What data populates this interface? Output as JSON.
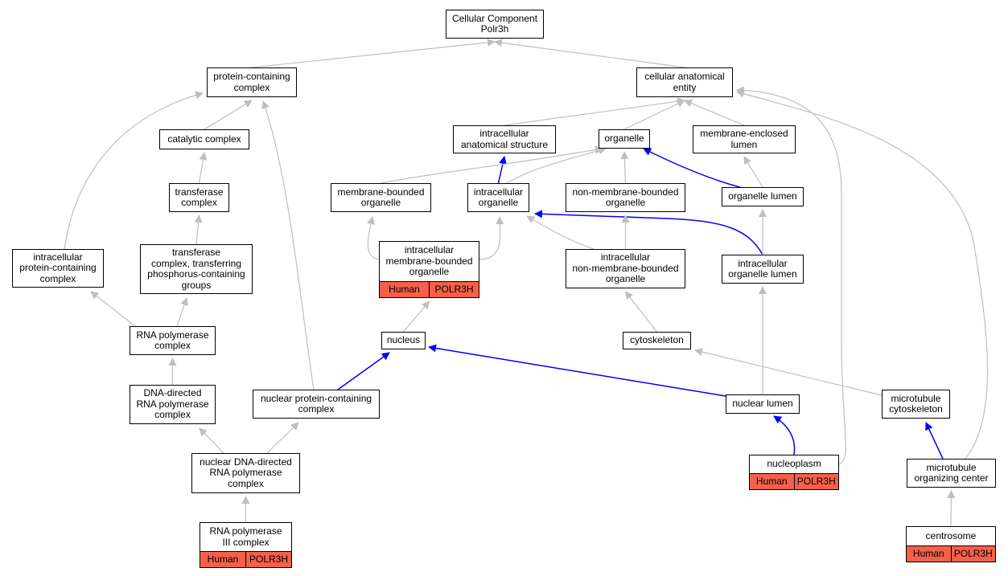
{
  "graph": {
    "edge_colors": {
      "is_a": "#bfbfbf",
      "part_of": "#0000ff"
    },
    "annotation_color": "#f5604a",
    "nodes": {
      "root": {
        "label": "Cellular Component\nPolr3h"
      },
      "pcc": {
        "label": "protein-containing\ncomplex"
      },
      "cae": {
        "label": "cellular anatomical\nentity"
      },
      "cat": {
        "label": "catalytic complex"
      },
      "ias": {
        "label": "intracellular\nanatomical structure"
      },
      "org": {
        "label": "organelle"
      },
      "mel": {
        "label": "membrane-enclosed\nlumen"
      },
      "tfc": {
        "label": "transferase\ncomplex"
      },
      "mbo": {
        "label": "membrane-bounded\norganelle"
      },
      "io": {
        "label": "intracellular\norganelle"
      },
      "nmbo": {
        "label": "non-membrane-bounded\norganelle"
      },
      "ol": {
        "label": "organelle lumen"
      },
      "ipcc": {
        "label": "intracellular\nprotein-containing\ncomplex"
      },
      "tcp": {
        "label": "transferase\ncomplex, transferring\nphosphorus-containing\ngroups"
      },
      "imbo": {
        "label": "intracellular\nmembrane-bounded\norganelle",
        "annotation": [
          "Human",
          "POLR3H"
        ]
      },
      "inmbo": {
        "label": "intracellular\nnon-membrane-bounded\norganelle"
      },
      "iol": {
        "label": "intracellular\norganelle lumen"
      },
      "rnap": {
        "label": "RNA polymerase\ncomplex"
      },
      "nuc": {
        "label": "nucleus"
      },
      "cyto": {
        "label": "cytoskeleton"
      },
      "ddrp": {
        "label": "DNA-directed\nRNA polymerase\ncomplex"
      },
      "npcc": {
        "label": "nuclear protein-containing\ncomplex"
      },
      "nl": {
        "label": "nuclear lumen"
      },
      "mtc": {
        "label": "microtubule\ncytoskeleton"
      },
      "nddrp": {
        "label": "nuclear DNA-directed\nRNA polymerase\ncomplex"
      },
      "np": {
        "label": "nucleoplasm",
        "annotation": [
          "Human",
          "POLR3H"
        ]
      },
      "moc": {
        "label": "microtubule\norganizing center"
      },
      "rp3": {
        "label": "RNA polymerase\nIII complex",
        "annotation": [
          "Human",
          "POLR3H"
        ]
      },
      "cs": {
        "label": "centrosome",
        "annotation": [
          "Human",
          "POLR3H"
        ]
      }
    },
    "edges": [
      {
        "from": "pcc",
        "to": "root",
        "type": "is_a"
      },
      {
        "from": "cae",
        "to": "root",
        "type": "is_a"
      },
      {
        "from": "cat",
        "to": "pcc",
        "type": "is_a"
      },
      {
        "from": "ipcc",
        "to": "pcc",
        "type": "is_a"
      },
      {
        "from": "npcc",
        "to": "pcc",
        "type": "is_a"
      },
      {
        "from": "ias",
        "to": "cae",
        "type": "is_a"
      },
      {
        "from": "org",
        "to": "cae",
        "type": "is_a"
      },
      {
        "from": "mel",
        "to": "cae",
        "type": "is_a"
      },
      {
        "from": "np",
        "to": "cae",
        "type": "is_a"
      },
      {
        "from": "moc",
        "to": "cae",
        "type": "is_a"
      },
      {
        "from": "tfc",
        "to": "cat",
        "type": "is_a"
      },
      {
        "from": "tcp",
        "to": "tfc",
        "type": "is_a"
      },
      {
        "from": "io",
        "to": "ias",
        "type": "part_of"
      },
      {
        "from": "mbo",
        "to": "org",
        "type": "is_a"
      },
      {
        "from": "io",
        "to": "org",
        "type": "is_a"
      },
      {
        "from": "nmbo",
        "to": "org",
        "type": "is_a"
      },
      {
        "from": "ol",
        "to": "org",
        "type": "part_of"
      },
      {
        "from": "ol",
        "to": "mel",
        "type": "is_a"
      },
      {
        "from": "imbo",
        "to": "mbo",
        "type": "is_a"
      },
      {
        "from": "imbo",
        "to": "io",
        "type": "is_a"
      },
      {
        "from": "inmbo",
        "to": "io",
        "type": "is_a"
      },
      {
        "from": "iol",
        "to": "io",
        "type": "part_of"
      },
      {
        "from": "inmbo",
        "to": "nmbo",
        "type": "is_a"
      },
      {
        "from": "iol",
        "to": "ol",
        "type": "is_a"
      },
      {
        "from": "rnap",
        "to": "ipcc",
        "type": "is_a"
      },
      {
        "from": "rnap",
        "to": "tcp",
        "type": "is_a"
      },
      {
        "from": "nuc",
        "to": "imbo",
        "type": "is_a"
      },
      {
        "from": "cyto",
        "to": "inmbo",
        "type": "is_a"
      },
      {
        "from": "nl",
        "to": "iol",
        "type": "is_a"
      },
      {
        "from": "ddrp",
        "to": "rnap",
        "type": "is_a"
      },
      {
        "from": "npcc",
        "to": "nuc",
        "type": "part_of"
      },
      {
        "from": "nl",
        "to": "nuc",
        "type": "part_of"
      },
      {
        "from": "mtc",
        "to": "cyto",
        "type": "is_a"
      },
      {
        "from": "nddrp",
        "to": "ddrp",
        "type": "is_a"
      },
      {
        "from": "nddrp",
        "to": "npcc",
        "type": "is_a"
      },
      {
        "from": "np",
        "to": "nl",
        "type": "part_of"
      },
      {
        "from": "moc",
        "to": "mtc",
        "type": "part_of"
      },
      {
        "from": "rp3",
        "to": "nddrp",
        "type": "is_a"
      },
      {
        "from": "cs",
        "to": "moc",
        "type": "is_a"
      }
    ]
  }
}
